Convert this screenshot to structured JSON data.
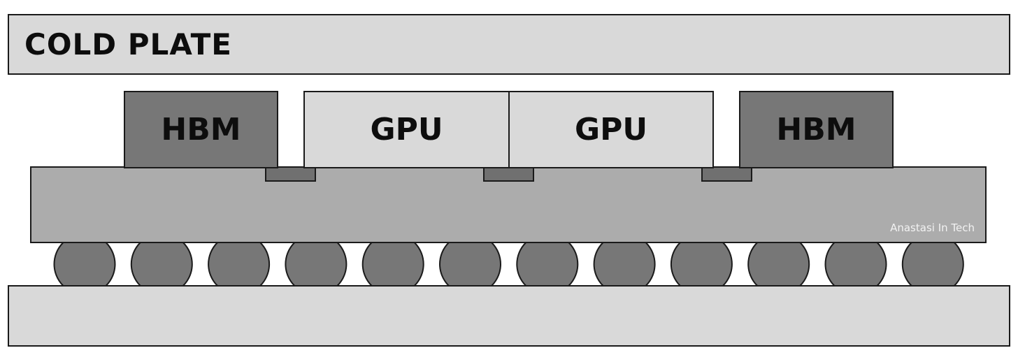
{
  "cold_plate": {
    "label": "COLD PLATE"
  },
  "chips": {
    "hbm_left": "HBM",
    "gpu_left": "GPU",
    "gpu_right": "GPU",
    "hbm_right": "HBM"
  },
  "watermark": "Anastasi In Tech",
  "solder_bump_count": 12,
  "colors": {
    "cold_plate": "#d9d9d9",
    "hbm": "#777777",
    "gpu": "#d9d9d9",
    "interposer": "#acacac",
    "bridge": "#707070",
    "solder_bump": "#777777",
    "substrate": "#d9d9d9",
    "outline": "#1a1a1a"
  }
}
